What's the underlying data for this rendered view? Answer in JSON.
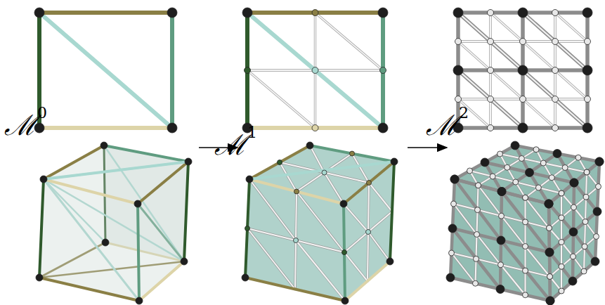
{
  "diagram": {
    "labels": [
      "ℳ",
      "0",
      "ℳ",
      "1",
      "ℳ",
      "2"
    ]
  }
}
